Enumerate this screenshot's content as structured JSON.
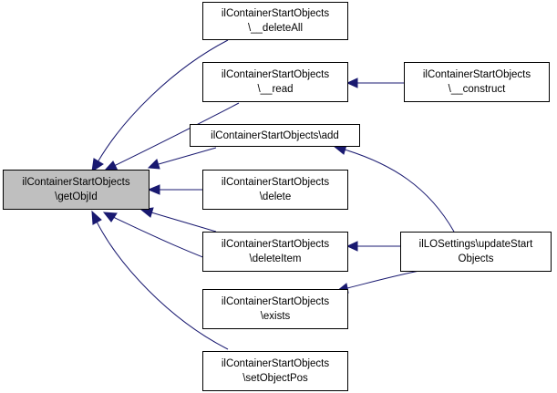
{
  "colors": {
    "edge": "#191970",
    "root_fill": "#bfbfbf",
    "node_fill": "#ffffff",
    "border": "#000000"
  },
  "nodes": {
    "root": {
      "line1": "ilContainerStartObjects",
      "line2": "\\getObjId"
    },
    "delete_all": {
      "line1": "ilContainerStartObjects",
      "line2": "\\__deleteAll"
    },
    "read": {
      "line1": "ilContainerStartObjects",
      "line2": "\\__read"
    },
    "construct": {
      "line1": "ilContainerStartObjects",
      "line2": "\\__construct"
    },
    "add": {
      "line1": "ilContainerStartObjects\\add"
    },
    "delete": {
      "line1": "ilContainerStartObjects",
      "line2": "\\delete"
    },
    "delete_item": {
      "line1": "ilContainerStartObjects",
      "line2": "\\deleteItem"
    },
    "exists": {
      "line1": "ilContainerStartObjects",
      "line2": "\\exists"
    },
    "set_object_pos": {
      "line1": "ilContainerStartObjects",
      "line2": "\\setObjectPos"
    },
    "update_start": {
      "line1": "ilLOSettings\\updateStart",
      "line2": "Objects"
    }
  }
}
